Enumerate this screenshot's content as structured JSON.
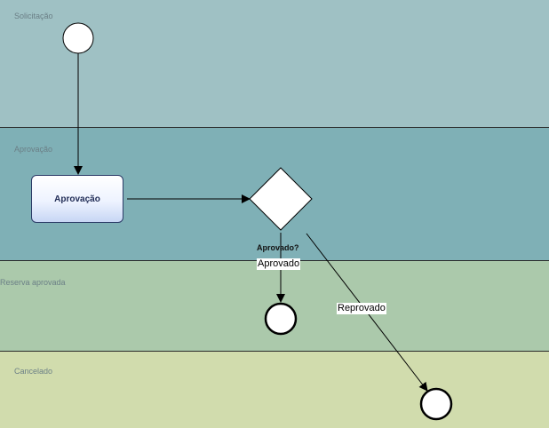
{
  "lanes": [
    {
      "label": "Solicitação",
      "color": "#9fc1c4"
    },
    {
      "label": "Aprovação",
      "color": "#7fb0b6"
    },
    {
      "label": "Reserva aprovada",
      "color": "#abc9ab"
    },
    {
      "label": "Cancelado",
      "color": "#d1dcad"
    }
  ],
  "task": {
    "label": "Aprovação"
  },
  "gateway": {
    "label": "Aprovado?"
  },
  "edges": {
    "approved_label": "Aprovado",
    "rejected_label": "Reprovado"
  },
  "colors": {
    "lane_border": "#2a2a2a",
    "line": "#000000",
    "event_fill": "#ffffff"
  }
}
